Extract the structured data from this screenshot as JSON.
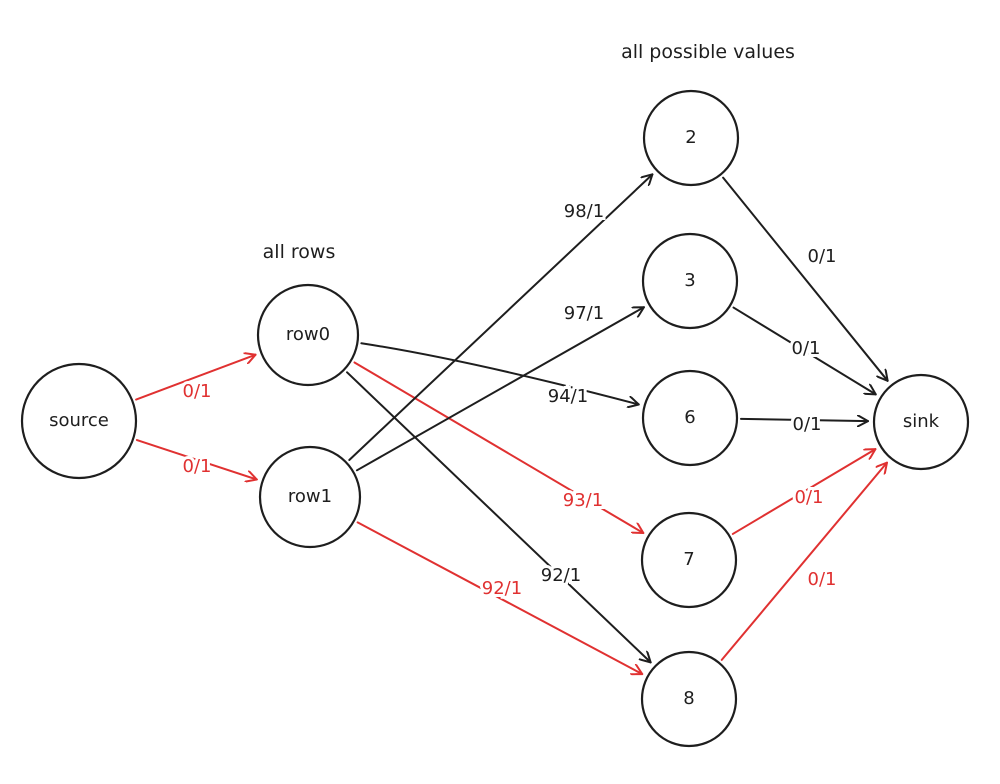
{
  "colors": {
    "default": "#1e1e1e",
    "highlight": "#e03131",
    "background": "#ffffff"
  },
  "group_labels": {
    "rows": "all rows",
    "values": "all possible values"
  },
  "nodes": [
    {
      "id": "source",
      "label": "source"
    },
    {
      "id": "row0",
      "label": "row0"
    },
    {
      "id": "row1",
      "label": "row1"
    },
    {
      "id": "v2",
      "label": "2"
    },
    {
      "id": "v3",
      "label": "3"
    },
    {
      "id": "v6",
      "label": "6"
    },
    {
      "id": "v7",
      "label": "7"
    },
    {
      "id": "v8",
      "label": "8"
    },
    {
      "id": "sink",
      "label": "sink"
    }
  ],
  "edges": [
    {
      "from": "source",
      "to": "row0",
      "label": "0/1",
      "highlight": true
    },
    {
      "from": "source",
      "to": "row1",
      "label": "0/1",
      "highlight": true
    },
    {
      "from": "row0",
      "to": "v6",
      "label": "94/1",
      "highlight": false
    },
    {
      "from": "row0",
      "to": "v7",
      "label": "93/1",
      "highlight": true
    },
    {
      "from": "row0",
      "to": "v8",
      "label": "92/1",
      "highlight": false
    },
    {
      "from": "row1",
      "to": "v2",
      "label": "98/1",
      "highlight": false
    },
    {
      "from": "row1",
      "to": "v3",
      "label": "97/1",
      "highlight": false
    },
    {
      "from": "row1",
      "to": "v8",
      "label": "92/1",
      "highlight": true
    },
    {
      "from": "v2",
      "to": "sink",
      "label": "0/1",
      "highlight": false
    },
    {
      "from": "v3",
      "to": "sink",
      "label": "0/1",
      "highlight": false
    },
    {
      "from": "v6",
      "to": "sink",
      "label": "0/1",
      "highlight": false
    },
    {
      "from": "v7",
      "to": "sink",
      "label": "0/1",
      "highlight": true
    },
    {
      "from": "v8",
      "to": "sink",
      "label": "0/1",
      "highlight": true
    }
  ]
}
